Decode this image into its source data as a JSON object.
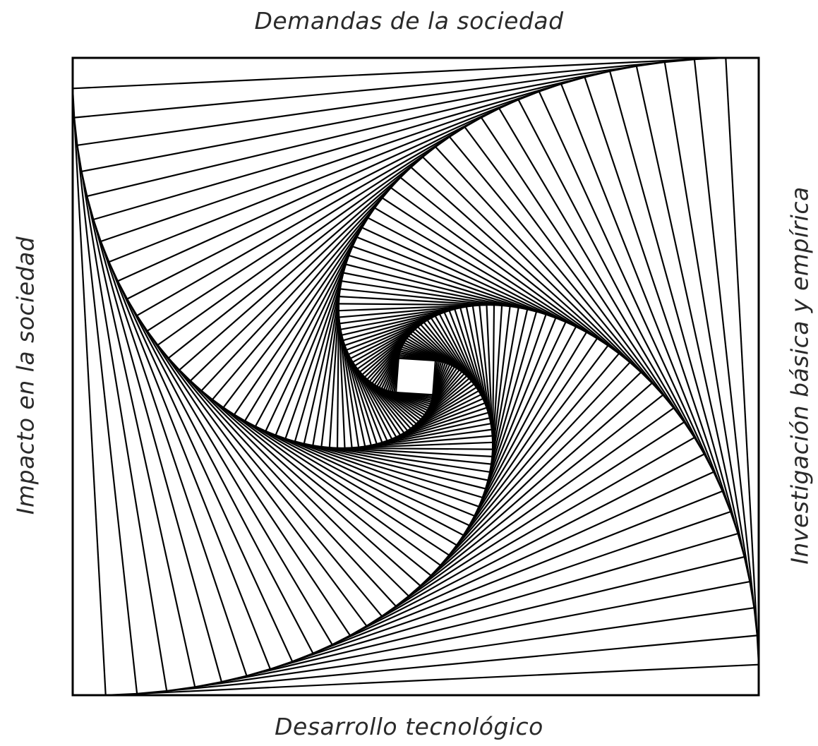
{
  "labels": {
    "top": "Demandas de la sociedad",
    "bottom": "Desarrollo tecnológico",
    "left": "Impacto en la sociedad",
    "right": "Investigación básica y empírica"
  },
  "colors": {
    "line": "#000000",
    "background": "#ffffff",
    "text": "#2a2a2a"
  }
}
